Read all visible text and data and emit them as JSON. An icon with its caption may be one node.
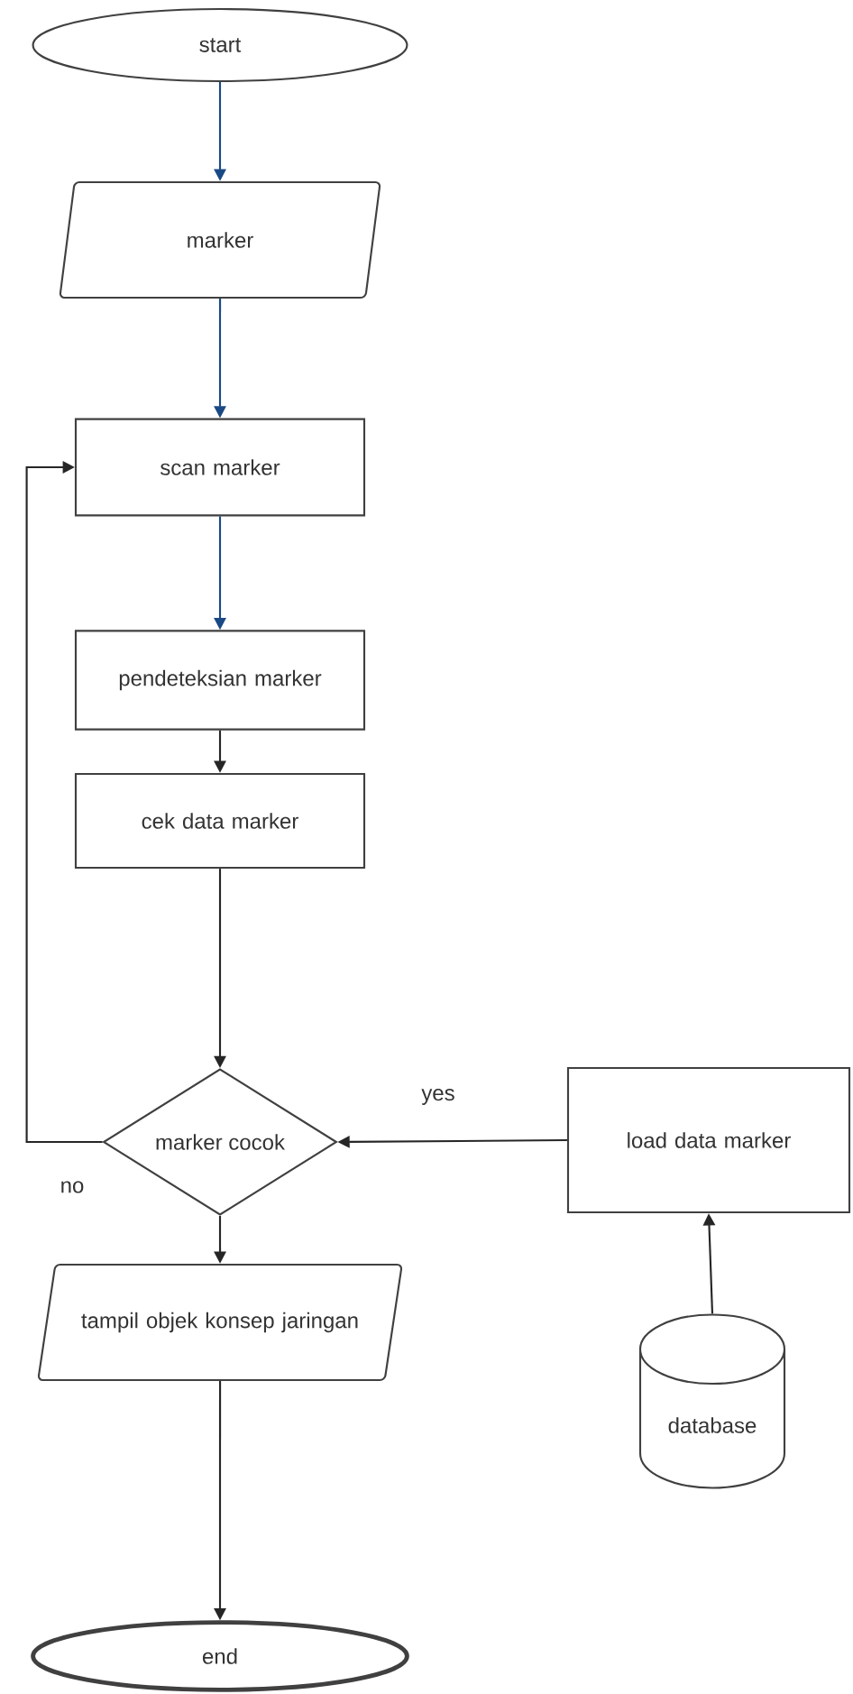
{
  "diagram": {
    "nodes": [
      {
        "text": [
          "start"
        ]
      },
      {
        "text": [
          "marker"
        ]
      },
      {
        "text": [
          "scan marker"
        ]
      },
      {
        "text": [
          "pendeteksian marker"
        ]
      },
      {
        "text": [
          "cek data marker"
        ]
      },
      {
        "text": [
          "marker cocok"
        ]
      },
      {
        "text": [
          "load data marker"
        ]
      },
      {
        "text": [
          "tampil objek konsep jaringan"
        ]
      },
      {
        "text": [
          "end"
        ]
      },
      {
        "text": [
          "database"
        ]
      }
    ],
    "edges": [
      {
        "from": 0,
        "to": 1,
        "arrow": "to",
        "color": "#1a4a85"
      },
      {
        "from": 1,
        "to": 2,
        "arrow": "to",
        "color": "#1a4a85"
      },
      {
        "from": 2,
        "to": 3,
        "arrow": "to",
        "color": "#1a4a85"
      },
      {
        "from": 3,
        "to": 4,
        "arrow": "to"
      },
      {
        "from": 4,
        "to": 5,
        "arrow": "to"
      },
      {
        "from": 5,
        "to": 2,
        "arrow": "to",
        "label": "no"
      },
      {
        "from": 6,
        "to": 5,
        "arrow": "to",
        "label": "yes"
      },
      {
        "from": 9,
        "to": 6,
        "arrow": "to"
      },
      {
        "from": 5,
        "to": 7,
        "arrow": "to"
      },
      {
        "from": 7,
        "to": 8,
        "arrow": "to"
      }
    ]
  }
}
